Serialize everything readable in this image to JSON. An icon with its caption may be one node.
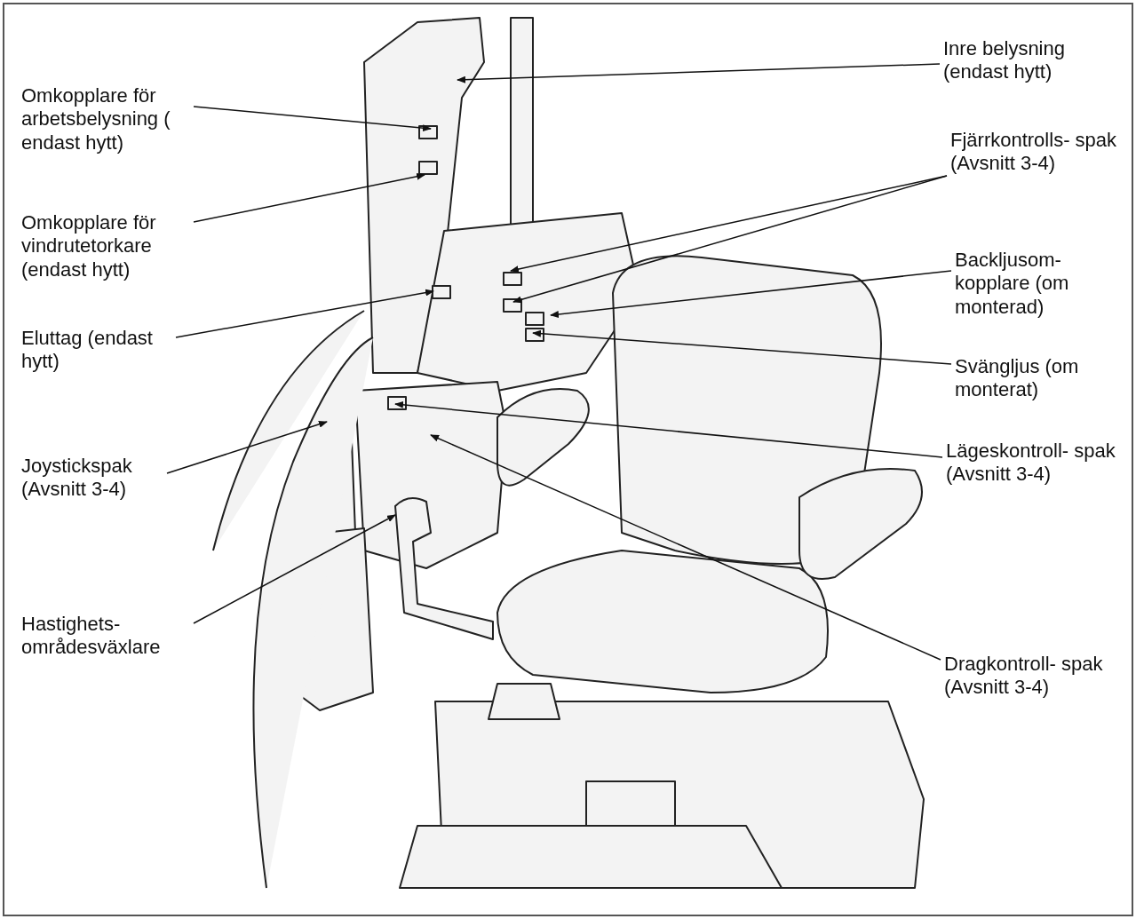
{
  "diagram": {
    "nodes": [
      {
        "text": [
          "Inre belysning (endast hytt)"
        ]
      },
      {
        "text": [
          "Omkopplare för arbetsbelysning ( endast hytt)"
        ]
      },
      {
        "text": [
          "Omkopplare för vindrutetorkare (endast hytt)"
        ]
      },
      {
        "text": [
          "Fjärrkontrolls- spak (Avsnitt 3-4)"
        ]
      },
      {
        "text": [
          "Backljusom- kopplare (om monterad)"
        ]
      },
      {
        "text": [
          "Eluttag (endast hytt)"
        ]
      },
      {
        "text": [
          "Svängljus (om monterat)"
        ]
      },
      {
        "text": [
          "Joystickspak (Avsnitt 3-4)"
        ]
      },
      {
        "text": [
          "Lägeskontroll- spak (Avsnitt 3-4)"
        ]
      },
      {
        "text": [
          "Hastighets- områdesväxlare"
        ]
      },
      {
        "text": [
          "Dragkontroll- spak (Avsnitt 3-4)"
        ]
      }
    ],
    "edges": [
      {
        "from": 0,
        "to": null,
        "arrow": "to"
      },
      {
        "from": 1,
        "to": null,
        "arrow": "to"
      },
      {
        "from": 2,
        "to": null,
        "arrow": "to"
      },
      {
        "from": 3,
        "to": null,
        "arrow": "to"
      },
      {
        "from": 3,
        "to": null,
        "arrow": "to"
      },
      {
        "from": 4,
        "to": null,
        "arrow": "to"
      },
      {
        "from": 5,
        "to": null,
        "arrow": "to"
      },
      {
        "from": 6,
        "to": null,
        "arrow": "to"
      },
      {
        "from": 7,
        "to": null,
        "arrow": "to"
      },
      {
        "from": 8,
        "to": null,
        "arrow": "to"
      },
      {
        "from": 9,
        "to": null,
        "arrow": "to"
      },
      {
        "from": 10,
        "to": null,
        "arrow": "to"
      }
    ]
  }
}
